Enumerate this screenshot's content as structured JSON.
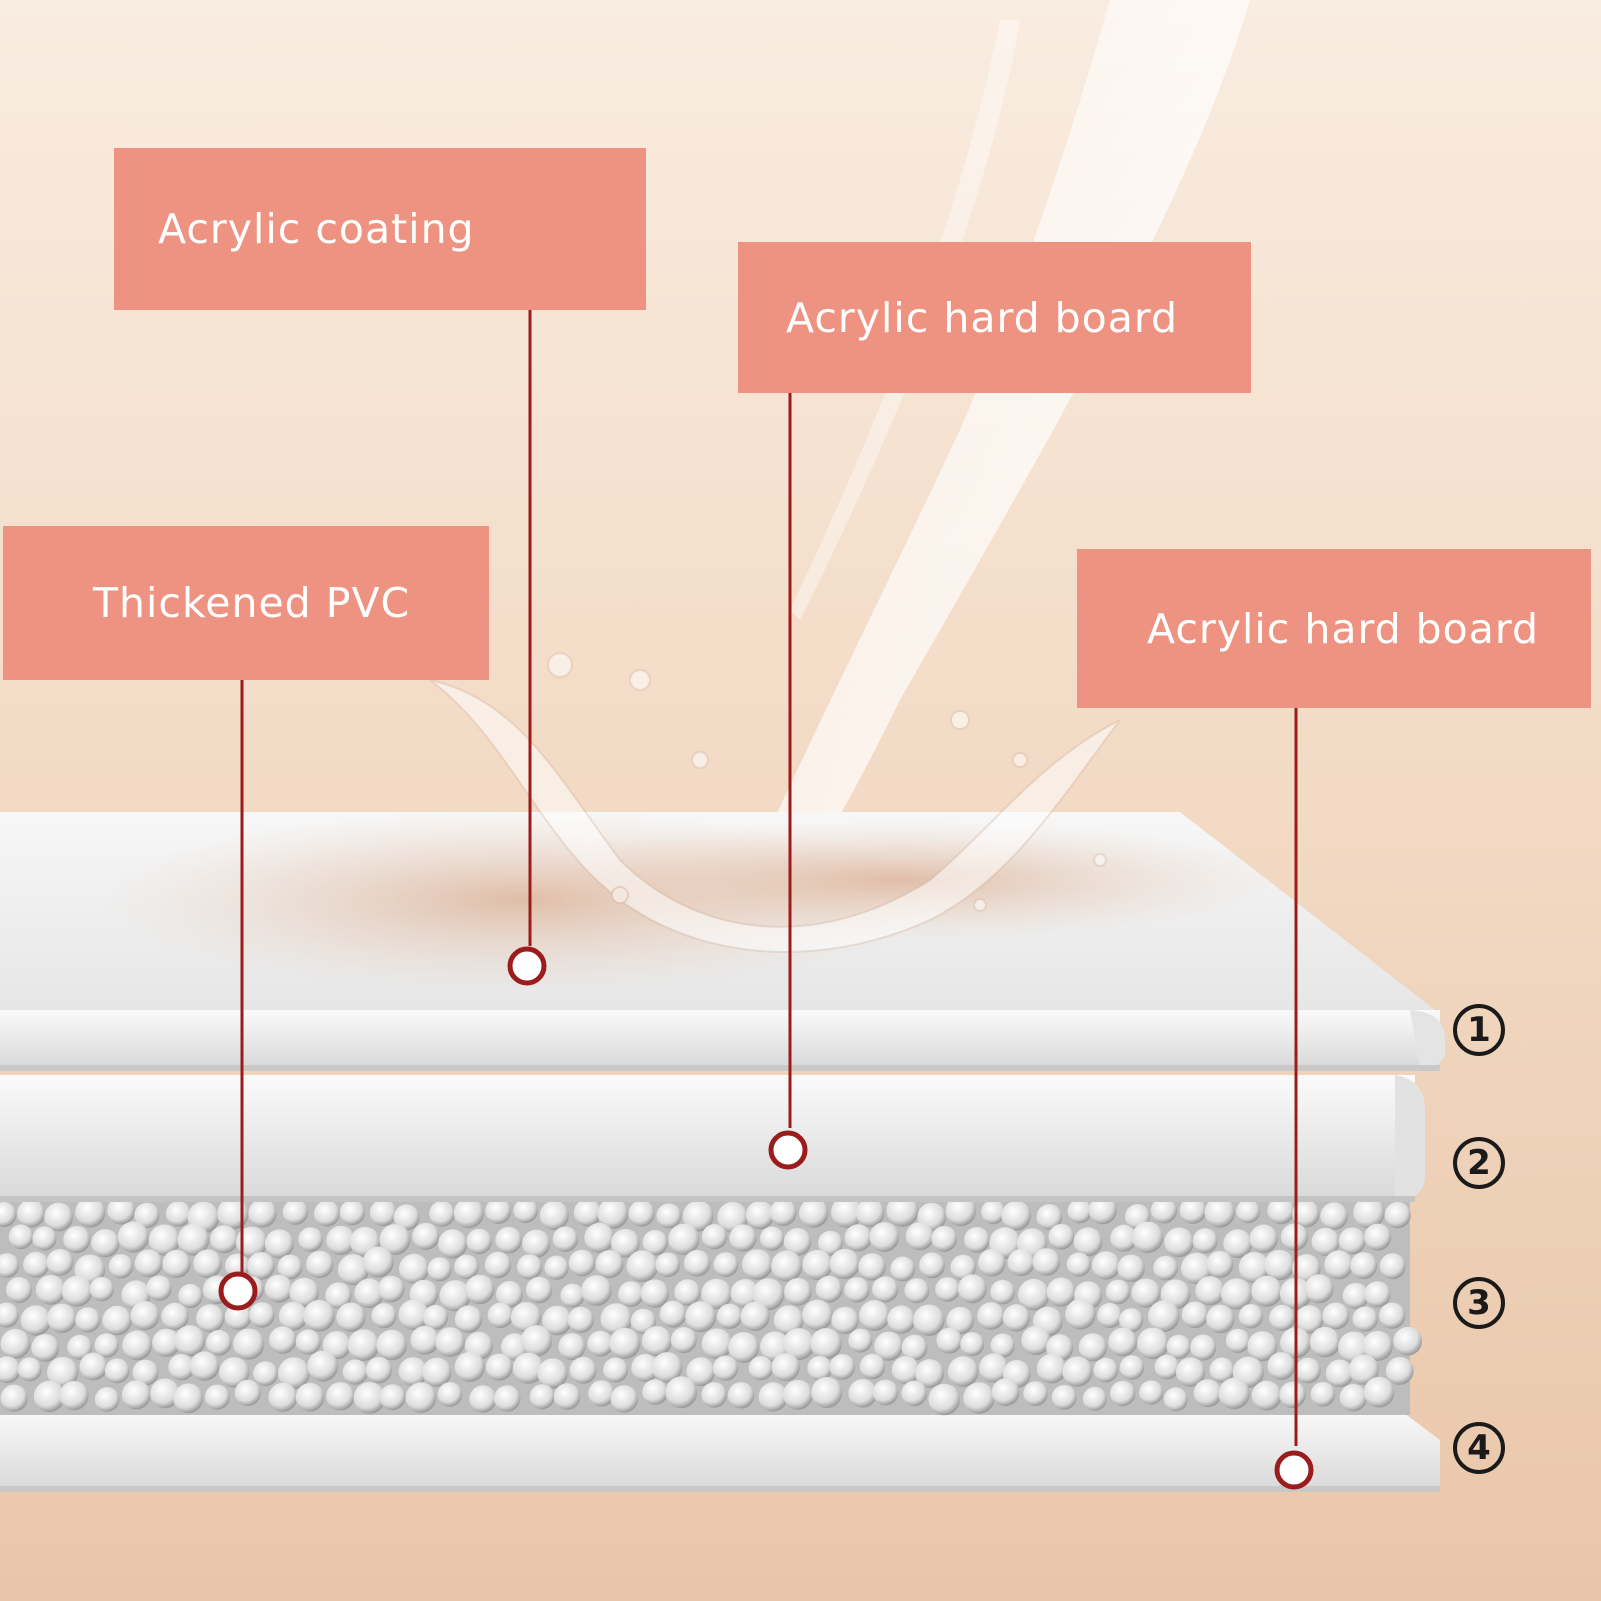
{
  "labels": {
    "coating": "Acrylic coating",
    "hard_board_upper": "Acrylic hard board",
    "pvc": "Thickened PVC",
    "hard_board_lower": "Acrylic hard board"
  },
  "layer_numbers": [
    "1",
    "2",
    "3",
    "4"
  ],
  "colors": {
    "label_bg": "#ee9281",
    "label_text": "#ffffff",
    "leader_line": "#9b1c1c",
    "board": "#f2f2f2",
    "background": "#f3dcc7"
  }
}
